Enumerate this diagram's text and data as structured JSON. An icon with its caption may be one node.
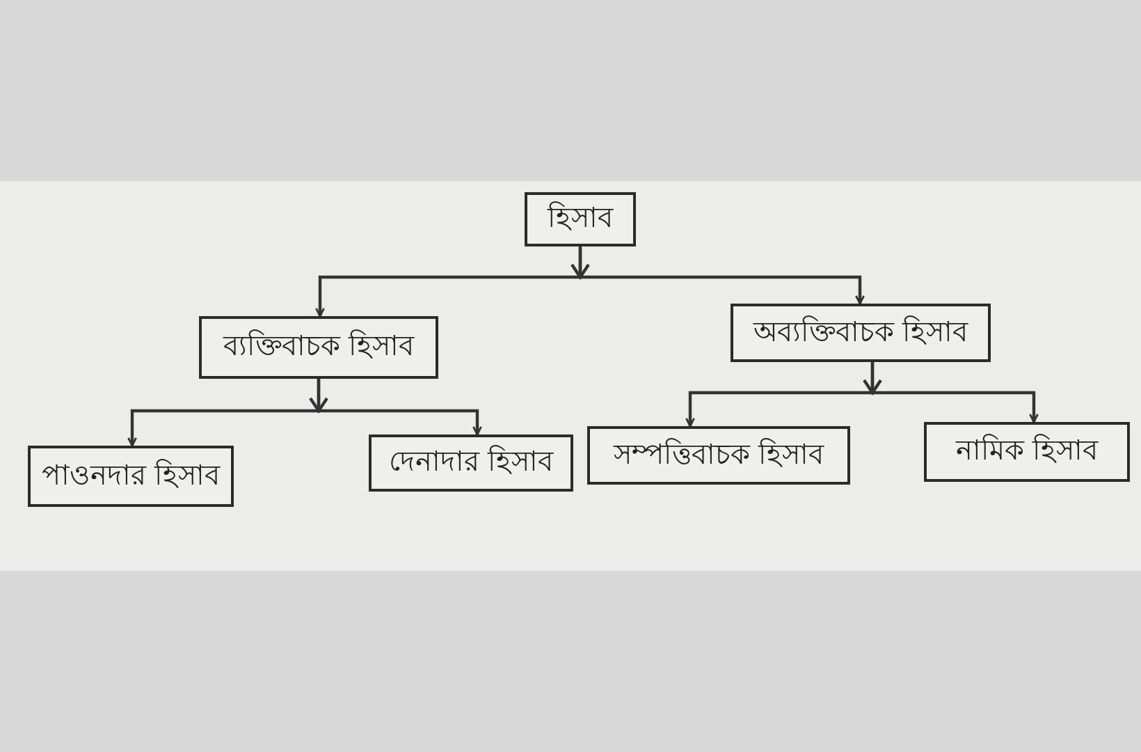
{
  "diagram": {
    "nodes": [
      {
        "text": [
          "হিসাব"
        ]
      },
      {
        "text": [
          "ব্যক্তিবাচক হিসাব"
        ]
      },
      {
        "text": [
          "অব্যক্তিবাচক হিসাব"
        ]
      },
      {
        "text": [
          "পাওনদার হিসাব"
        ]
      },
      {
        "text": [
          "দেনাদার হিসাব"
        ]
      },
      {
        "text": [
          "সম্পত্তিবাচক হিসাব"
        ]
      },
      {
        "text": [
          "নামিক হিসাব"
        ]
      }
    ],
    "edges": [
      {
        "from": 0,
        "to": 1,
        "arrow": "to"
      },
      {
        "from": 0,
        "to": 2,
        "arrow": "to"
      },
      {
        "from": 1,
        "to": 3,
        "arrow": "to"
      },
      {
        "from": 1,
        "to": 4,
        "arrow": "to"
      },
      {
        "from": 2,
        "to": 5,
        "arrow": "to"
      },
      {
        "from": 2,
        "to": 6,
        "arrow": "to"
      }
    ]
  }
}
